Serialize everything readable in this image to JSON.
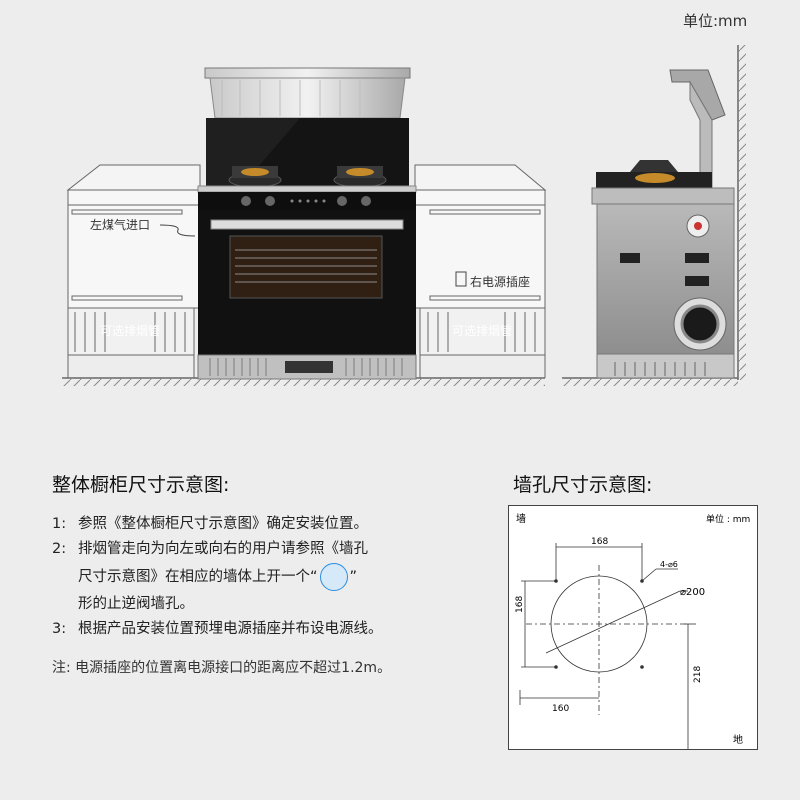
{
  "unit_top": "单位:mm",
  "cabinet_labels": {
    "left_gas": "左煤气进口",
    "right_power": "右电源插座",
    "left_optional": "可选排烟管",
    "right_optional": "可选排烟管"
  },
  "section_cabinet": {
    "title": "整体橱柜尺寸示意图:",
    "steps": [
      {
        "num": "1:",
        "text": "参照《整体橱柜尺寸示意图》确定安装位置。"
      },
      {
        "num": "2:",
        "line1": "排烟管走向为向左或向右的用户请参照《墙孔",
        "line2_a": "尺寸示意图》在相应的墙体上开一个“",
        "line2_b": "”",
        "line3": "形的止逆阀墙孔。"
      },
      {
        "num": "3:",
        "text": "根据产品安装位置预埋电源插座并布设电源线。"
      }
    ],
    "note": "注: 电源插座的位置离电源接口的距离应不超过1.2m。"
  },
  "section_wall": {
    "title": "墙孔尺寸示意图:",
    "wall_label": "墙",
    "unit_label": "单位 : mm",
    "floor_label": "地",
    "dim_top": "168",
    "dim_left": "168",
    "dim_hole": "4-⌀6",
    "dim_diameter": "⌀200",
    "dim_bottom": "160",
    "dim_right": "218"
  },
  "colors": {
    "accent_circle": "#2b8de0",
    "dark_glass": "#141414",
    "steel": "#9a9a9a"
  }
}
